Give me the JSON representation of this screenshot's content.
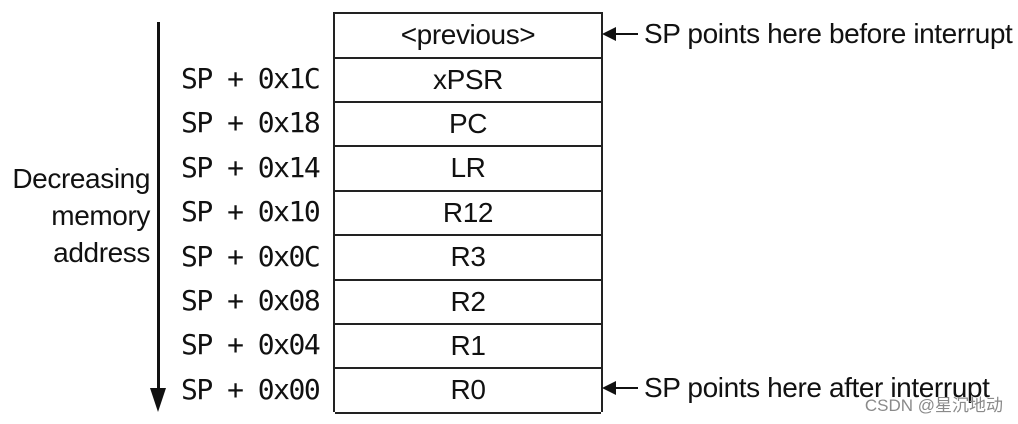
{
  "left_label": {
    "lines": [
      "Decreasing",
      "memory",
      "address"
    ]
  },
  "offsets": [
    "SP + 0x1C",
    "SP + 0x18",
    "SP + 0x14",
    "SP + 0x10",
    "SP + 0x0C",
    "SP + 0x08",
    "SP + 0x04",
    "SP + 0x00"
  ],
  "stack": {
    "cells": [
      "<previous>",
      "xPSR",
      "PC",
      "LR",
      "R12",
      "R3",
      "R2",
      "R1",
      "R0"
    ]
  },
  "pointers": {
    "before": "SP points here before interrupt",
    "after": "SP points here after interrupt"
  },
  "watermark": "CSDN @星沉地动"
}
